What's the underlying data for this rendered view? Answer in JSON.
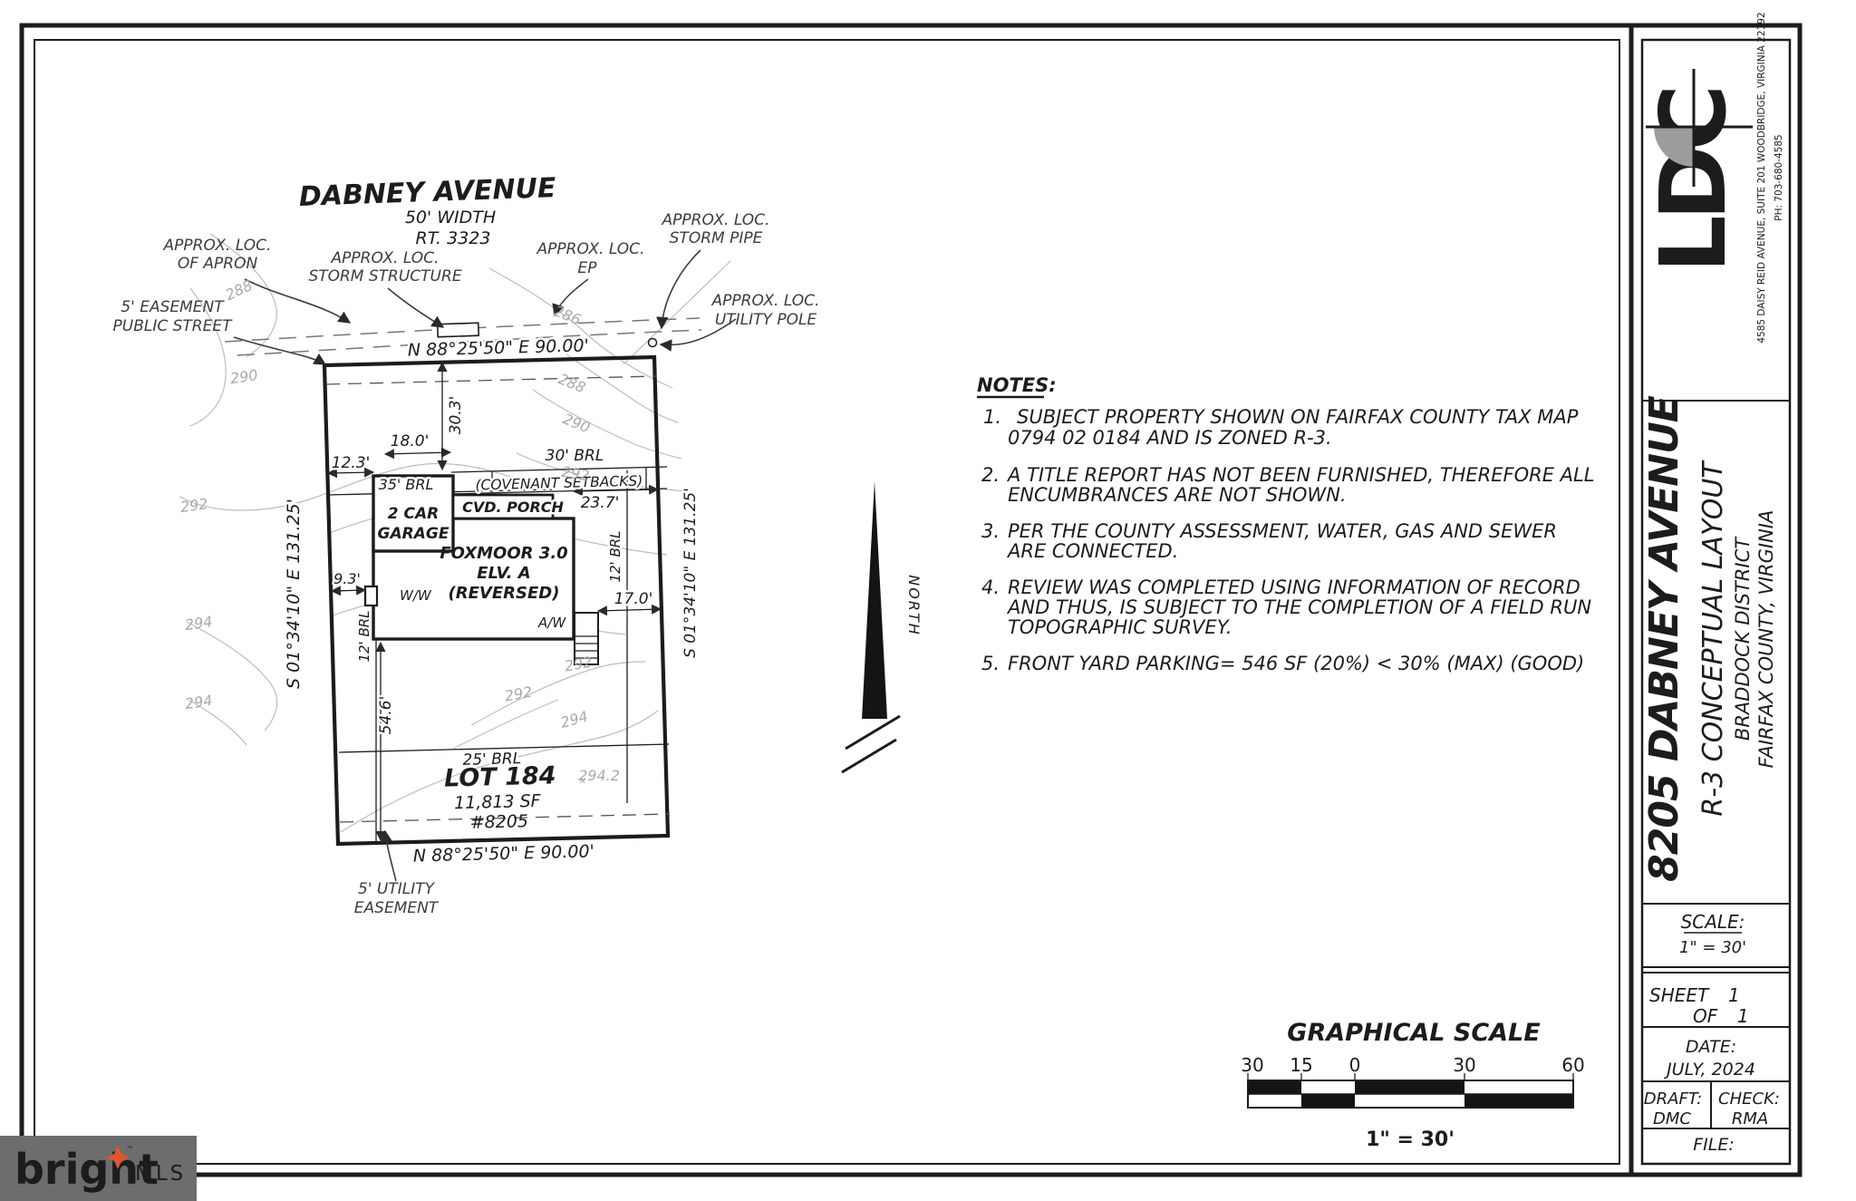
{
  "street": {
    "name": "DABNEY AVENUE",
    "width": "50' WIDTH",
    "route": "RT. 3323"
  },
  "callouts": {
    "apron_1": "APPROX. LOC.",
    "apron_2": "OF APRON",
    "storm_structure_1": "APPROX. LOC.",
    "storm_structure_2": "STORM STRUCTURE",
    "ep_1": "APPROX. LOC.",
    "ep_2": "EP",
    "storm_pipe_1": "APPROX. LOC.",
    "storm_pipe_2": "STORM PIPE",
    "utility_pole_1": "APPROX. LOC.",
    "utility_pole_2": "UTILITY POLE",
    "street_easement_1": "5' EASEMENT",
    "street_easement_2": "PUBLIC STREET",
    "utility_easement_1": "5' UTILITY",
    "utility_easement_2": "EASEMENT"
  },
  "bearings": {
    "top": "N 88°25'50\" E  90.00'",
    "bottom": "N 88°25'50\" E  90.00'",
    "left": "S 01°34'10\" E  131.25'",
    "right": "S 01°34'10\" E  131.25'"
  },
  "dims": {
    "d123": "12.3'",
    "d180": "18.0'",
    "d303": "30.3'",
    "d237": "23.7'",
    "d170": "17.0'",
    "d93": "9.3'",
    "d546": "54.6'"
  },
  "brl": {
    "b35": "35' BRL",
    "b30": "30' BRL",
    "covenant": "(COVENANT SETBACKS)",
    "b25": "25' BRL",
    "b12": "12' BRL"
  },
  "house": {
    "garage_1": "2 CAR",
    "garage_2": "GARAGE",
    "porch": "CVD. PORCH",
    "model_1": "FOXMOOR 3.0",
    "model_2": "ELV. A",
    "model_3": "(REVERSED)",
    "ww": "W/W",
    "aw": "A/W"
  },
  "lot": {
    "name": "LOT 184",
    "area": "11,813 SF",
    "number": "#8205"
  },
  "contours": {
    "c288_a": "288",
    "c290_a": "290",
    "c292_a": "292",
    "c294_a": "294",
    "c294_b": "294",
    "c286": "286",
    "c288_b": "288",
    "c290_b": "290",
    "c292_b": "292",
    "c292_c": "292",
    "c292_d": "292",
    "c294_c": "294",
    "c294_2": "294.2",
    "x_marker": "x"
  },
  "north": "NORTH",
  "notes": {
    "title": "NOTES:",
    "n1": "1.",
    "n1_l1": "SUBJECT PROPERTY SHOWN ON FAIRFAX COUNTY TAX MAP",
    "n1_l2": "0794 02 0184 AND IS ZONED R-3.",
    "n2": "2.",
    "n2_l1": "A TITLE REPORT HAS NOT BEEN FURNISHED, THEREFORE ALL",
    "n2_l2": "ENCUMBRANCES ARE NOT SHOWN.",
    "n3": "3.",
    "n3_l1": "PER THE COUNTY ASSESSMENT, WATER, GAS AND SEWER",
    "n3_l2": "ARE CONNECTED.",
    "n4": "4.",
    "n4_l1": "REVIEW WAS COMPLETED USING INFORMATION OF RECORD",
    "n4_l2": "AND THUS, IS SUBJECT TO THE COMPLETION OF A FIELD RUN",
    "n4_l3": "TOPOGRAPHIC SURVEY.",
    "n5": "5.",
    "n5_l1": "FRONT YARD PARKING= 546 SF (20%) < 30% (MAX) (GOOD)"
  },
  "scalebar": {
    "title": "GRAPHICAL SCALE",
    "t30a": "30",
    "t15": "15",
    "t0": "0",
    "t30b": "30",
    "t60": "60",
    "ratio": "1\" = 30'"
  },
  "titleblock": {
    "logo": "LDC",
    "address_1": "4585 DAISY REID AVENUE, SUITE 201 WOODBRIDGE, VIRGINIA 22192",
    "address_2": "PH: 703-680-4585",
    "project": "8205 DABNEY AVENUE",
    "subtitle": "R-3 CONCEPTUAL LAYOUT",
    "district": "BRADDOCK DISTRICT",
    "county": "FAIRFAX COUNTY, VIRGINIA",
    "scale_label": "SCALE:",
    "scale_value": "1\" = 30'",
    "sheet_label": "SHEET",
    "sheet_no": "1",
    "of_label": "OF",
    "of_no": "1",
    "date_label": "DATE:",
    "date_value": "JULY, 2024",
    "draft_label": "DRAFT:",
    "draft_value": "DMC",
    "check_label": "CHECK:",
    "check_value": "RMA",
    "file_label": "FILE:"
  },
  "watermark": {
    "brand": "bright",
    "tm": "™",
    "mls": "MLS"
  },
  "colors": {
    "ink": "#1c1c1c",
    "contour_gray": "#bdbdbd",
    "logo_gray": "#9c9c9c",
    "mls_box": "#6d6d6d",
    "mls_star": "#e0562e"
  }
}
